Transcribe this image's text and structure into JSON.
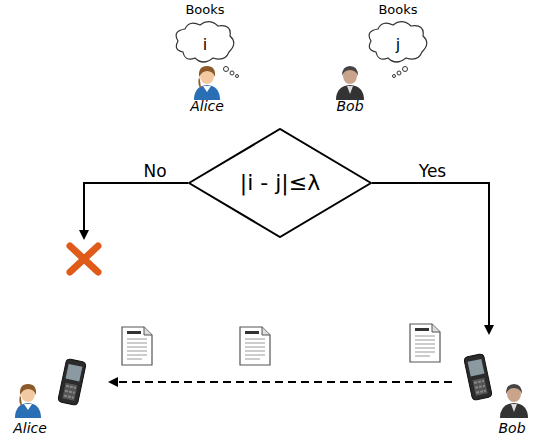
{
  "diagram": {
    "nodes": [
      {
        "text": [
          "Books",
          "i"
        ]
      },
      {
        "text": [
          "Books",
          "j"
        ]
      },
      {
        "text": [
          "Alice"
        ]
      },
      {
        "text": [
          "Bob"
        ]
      },
      {
        "text": [
          "|i - j|≤λ"
        ]
      },
      {
        "text": [
          "Alice"
        ]
      },
      {
        "text": [
          "Bob"
        ]
      }
    ],
    "edges": [
      {
        "from": 4,
        "to": 6,
        "label": "Yes",
        "arrow": "to"
      },
      {
        "from": 6,
        "to": 5,
        "arrow": "to"
      }
    ],
    "labels": [
      "No"
    ]
  }
}
